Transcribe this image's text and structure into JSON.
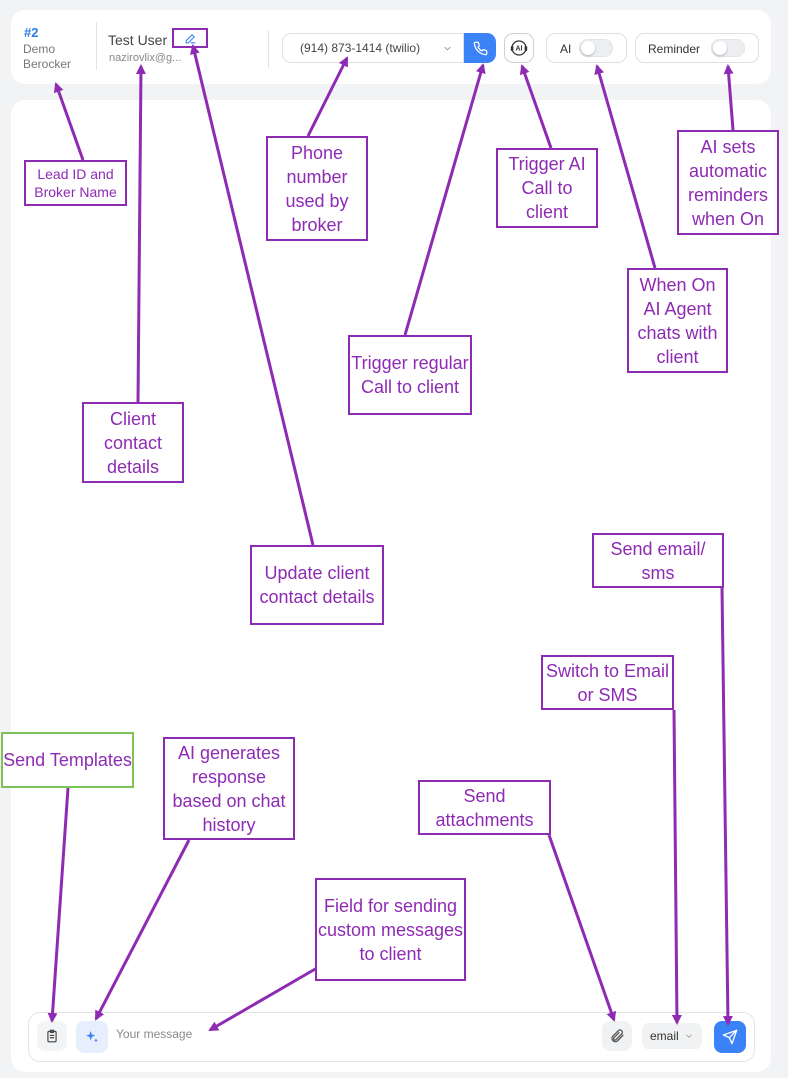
{
  "header": {
    "lead_id": "#2",
    "broker_name": "Demo Berocker",
    "client_name": "Test User",
    "client_email": "nazirovlix@g...",
    "phone_number": "(914) 873-1414 (twilio)",
    "ai_call_label": "AI",
    "ai_toggle_label": "AI",
    "ai_toggle_on": false,
    "reminder_toggle_label": "Reminder",
    "reminder_toggle_on": false
  },
  "composer": {
    "placeholder": "Your message",
    "channel": "email"
  },
  "colors": {
    "primary": "#3b82f6",
    "lead_id": "#2f7be0",
    "annotation": "#8e2bb3",
    "annotation_green": "#7cc454"
  },
  "icons": {
    "edit": "pencil-icon",
    "call": "phone-icon",
    "ai_call": "ai-call-icon",
    "templates": "clipboard-icon",
    "ai_generate": "sparkles-icon",
    "attach": "paperclip-icon",
    "send": "send-icon",
    "dropdown": "chevron-down-icon"
  },
  "annotations": {
    "lead_broker": "Lead ID and Broker Name",
    "phone_number": "Phone number used by broker",
    "ai_call": "Trigger AI Call to client",
    "reminders": "AI sets automatic reminders when On",
    "ai_agent": "When On AI Agent chats with client",
    "regular_call": "Trigger regular Call to client",
    "client_details": "Client contact details",
    "update_details": "Update client contact details",
    "send_email_sms": "Send email/ sms",
    "switch_channel": "Switch to Email or SMS",
    "templates": "Send Templates",
    "ai_response": "AI generates response based on chat history",
    "attachments": "Send attachments",
    "custom_message": "Field for sending custom messages to client"
  }
}
